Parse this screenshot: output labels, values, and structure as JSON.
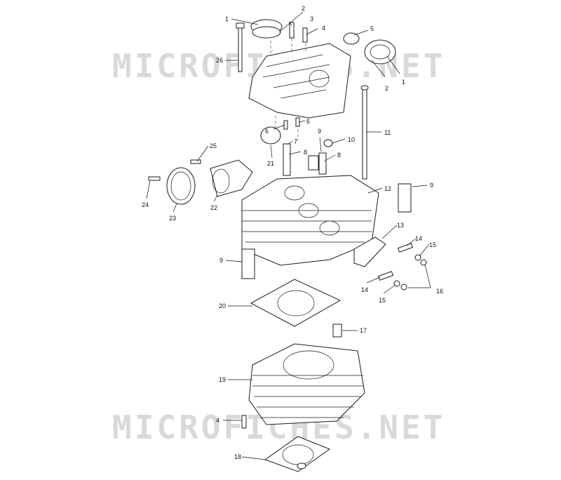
{
  "watermark": {
    "text": "MICROFICHES.NET",
    "color": "#d9d9d9"
  },
  "callouts": [
    {
      "id": "c1a",
      "label": "1"
    },
    {
      "id": "c2a",
      "label": "2"
    },
    {
      "id": "c3",
      "label": "3"
    },
    {
      "id": "c4a",
      "label": "4"
    },
    {
      "id": "c5",
      "label": "5"
    },
    {
      "id": "c26",
      "label": "26"
    },
    {
      "id": "c2b",
      "label": "2"
    },
    {
      "id": "c1b",
      "label": "1"
    },
    {
      "id": "c6a",
      "label": "6"
    },
    {
      "id": "c6b",
      "label": "6"
    },
    {
      "id": "c9a",
      "label": "9"
    },
    {
      "id": "c10",
      "label": "10"
    },
    {
      "id": "c11",
      "label": "11"
    },
    {
      "id": "c7",
      "label": "7"
    },
    {
      "id": "c8a",
      "label": "8"
    },
    {
      "id": "c8b",
      "label": "8"
    },
    {
      "id": "c21",
      "label": "21"
    },
    {
      "id": "c25",
      "label": "25"
    },
    {
      "id": "c24",
      "label": "24"
    },
    {
      "id": "c23",
      "label": "23"
    },
    {
      "id": "c22",
      "label": "22"
    },
    {
      "id": "c12",
      "label": "12"
    },
    {
      "id": "c9b",
      "label": "9"
    },
    {
      "id": "c13",
      "label": "13"
    },
    {
      "id": "c14a",
      "label": "14"
    },
    {
      "id": "c15a",
      "label": "15"
    },
    {
      "id": "c9c",
      "label": "9"
    },
    {
      "id": "c14b",
      "label": "14"
    },
    {
      "id": "c15b",
      "label": "15"
    },
    {
      "id": "c16",
      "label": "16"
    },
    {
      "id": "c20",
      "label": "20"
    },
    {
      "id": "c17",
      "label": "17"
    },
    {
      "id": "c19",
      "label": "19"
    },
    {
      "id": "c4b",
      "label": "4"
    },
    {
      "id": "c18",
      "label": "18"
    }
  ]
}
